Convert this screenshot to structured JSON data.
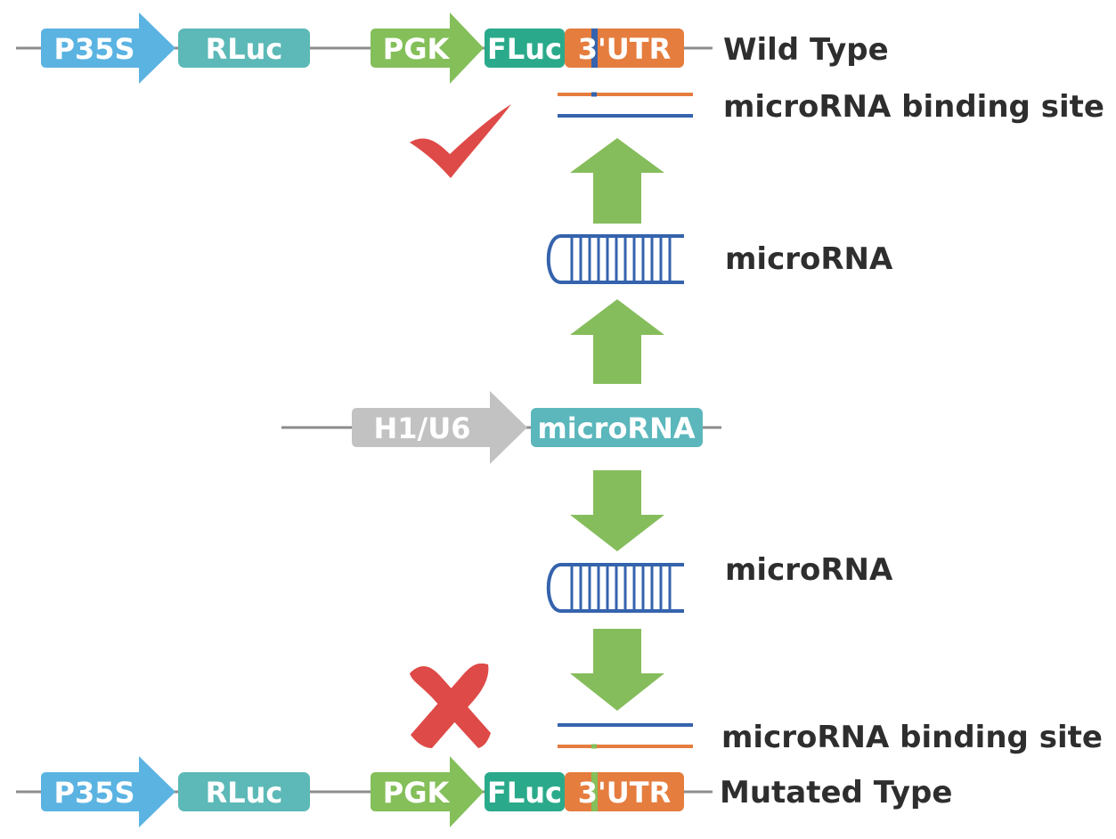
{
  "top_construct": {
    "promoter1": "P35S",
    "gene1": "RLuc",
    "promoter2": "PGK",
    "gene2": "FLuc",
    "utr": "3'UTR",
    "type_label": "Wild Type"
  },
  "top_binding_label": "microRNA binding site",
  "mirna_label_top": "microRNA",
  "expression_cassette": {
    "promoter": "H1/U6",
    "gene": "microRNA"
  },
  "mirna_label_bottom": "microRNA",
  "bottom_binding_label": "microRNA binding site",
  "bottom_construct": {
    "promoter1": "P35S",
    "gene1": "RLuc",
    "promoter2": "PGK",
    "gene2": "FLuc",
    "utr": "3'UTR",
    "type_label": "Mutated Type"
  },
  "colors": {
    "p35s": "#5bb3e2",
    "rluc": "#5cb9b7",
    "pgk": "#84bf5a",
    "fluc": "#2aaa8a",
    "utr": "#e57d3e",
    "h1u6": "#c2c2c2",
    "mirna_block": "#5bb7bc",
    "site_blue": "#3563ad",
    "site_green": "#84bf5a",
    "arrow_green": "#86bd5c",
    "check_red": "#de4a47",
    "backbone": "#8c8c8c"
  },
  "icons": {
    "match": "check-mark-icon",
    "mismatch": "cross-mark-icon",
    "hairpin": "hairpin-rna-icon"
  }
}
